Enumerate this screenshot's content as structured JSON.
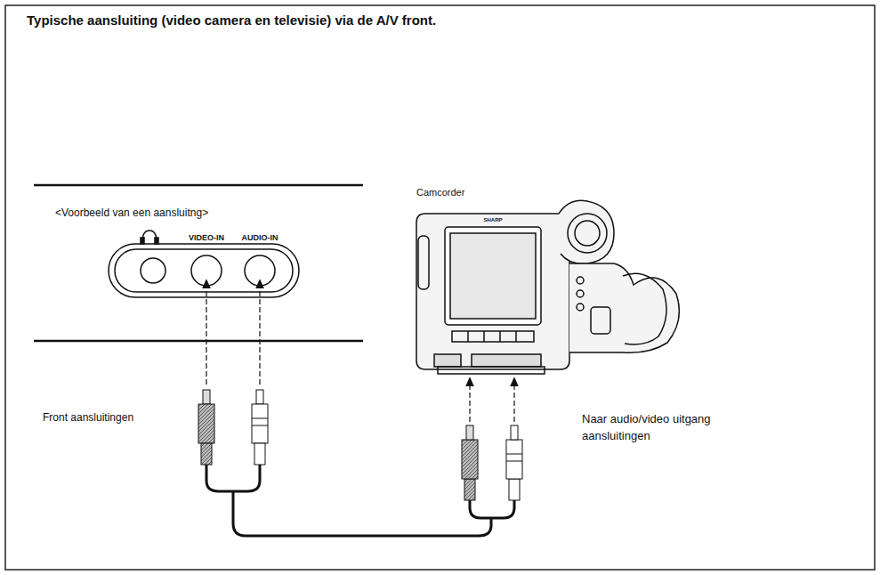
{
  "diagram": {
    "title": "Typische aansluiting (video camera en televisie) via de A/V front.",
    "labels": [
      "<Voorbeeld van een aansluitng>",
      "VIDEO-IN",
      "AUDIO-IN",
      "Front aansluitingen",
      "Camcorder",
      "SHARP",
      "Naar audio/video uitgang aansluitingen"
    ]
  }
}
